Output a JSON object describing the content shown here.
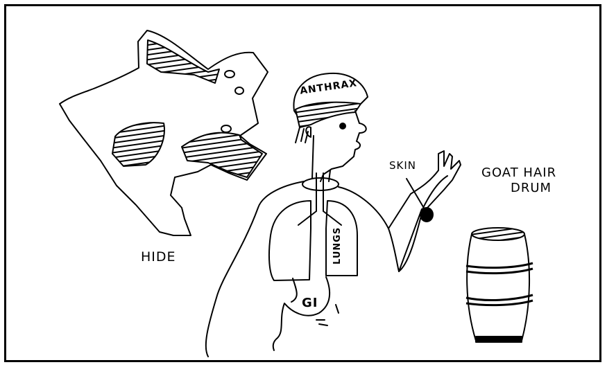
{
  "labels": {
    "hide": "HIDE",
    "anthrax": "ANTHRAX",
    "skin": "SKIN",
    "lungs": "LUNGS",
    "gi": "GI",
    "goat_hair": "GOAT HAIR",
    "drum": "DRUM"
  },
  "colors": {
    "ink": "#000000",
    "paper": "#ffffff"
  }
}
